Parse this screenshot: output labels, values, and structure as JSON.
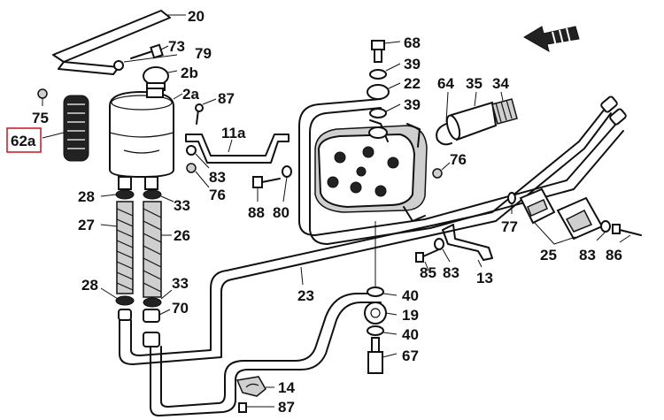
{
  "labels": {
    "l20": "20",
    "l73": "73",
    "l79": "79",
    "l2b": "2b",
    "l2a": "2a",
    "l75": "75",
    "l62a": "62a",
    "l87a": "87",
    "l11a": "11a",
    "l83a": "83",
    "l76a": "76",
    "l68": "68",
    "l39a": "39",
    "l22": "22",
    "l39b": "39",
    "l64": "64",
    "l35": "35",
    "l34": "34",
    "l76b": "76",
    "l28a": "28",
    "l33a": "33",
    "l27": "27",
    "l26": "26",
    "l88": "88",
    "l80": "80",
    "l77": "77",
    "l25": "25",
    "l83c": "83",
    "l86": "86",
    "l85": "85",
    "l83b": "83",
    "l13": "13",
    "l23": "23",
    "l28b": "28",
    "l33b": "33",
    "l70": "70",
    "l40a": "40",
    "l19": "19",
    "l40b": "40",
    "l67": "67",
    "l14": "14",
    "l87b": "87"
  },
  "colors": {
    "highlight": "#d0202c",
    "ink": "#111111"
  },
  "highlighted_label": "62a"
}
